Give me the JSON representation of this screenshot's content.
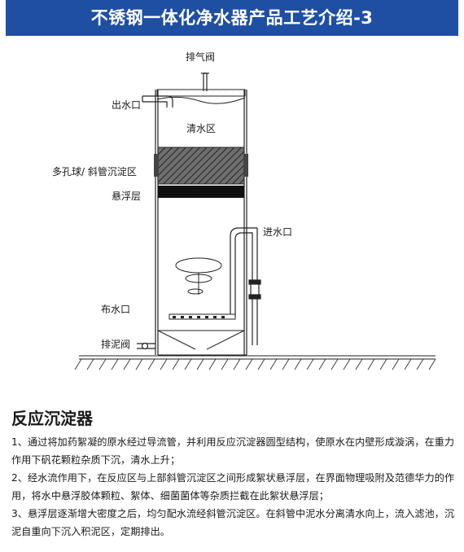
{
  "header": {
    "title": "不锈钢一体化净水器产品工艺介绍-3"
  },
  "diagram": {
    "labels": {
      "exhaust_valve": "排气阀",
      "water_outlet": "出水口",
      "clear_water_zone": "清水区",
      "settling_zone": "多孔球/ 斜管沉淀区",
      "suspension_layer": "悬浮层",
      "water_inlet": "进水口",
      "water_distribution": "布水口",
      "sludge_valve": "排泥阀"
    }
  },
  "section": {
    "title": "反应沉淀器",
    "paragraphs": [
      "1、通过将加药絮凝的原水经过导流管，并利用反应沉淀器圆型结构，使原水在内壁形成漩涡，在重力作用下矾花颗粒杂质下沉，清水上升；",
      "2、经水流作用下，在反应区与上部斜管沉淀区之间形成絮状悬浮层，在界面物理吸附及范德华力的作用，将水中悬浮胶体颗粒、絮体、细菌菌体等杂质拦截在此絮状悬浮层；",
      "3、悬浮层逐渐增大密度之后，均匀配水流经斜管沉淀区。在斜管中泥水分离清水向上，流入滤池，沉泥自重向下沉入积泥区，定期排出。"
    ]
  },
  "colors": {
    "banner": "#1f4fa3",
    "line": "#222222"
  }
}
